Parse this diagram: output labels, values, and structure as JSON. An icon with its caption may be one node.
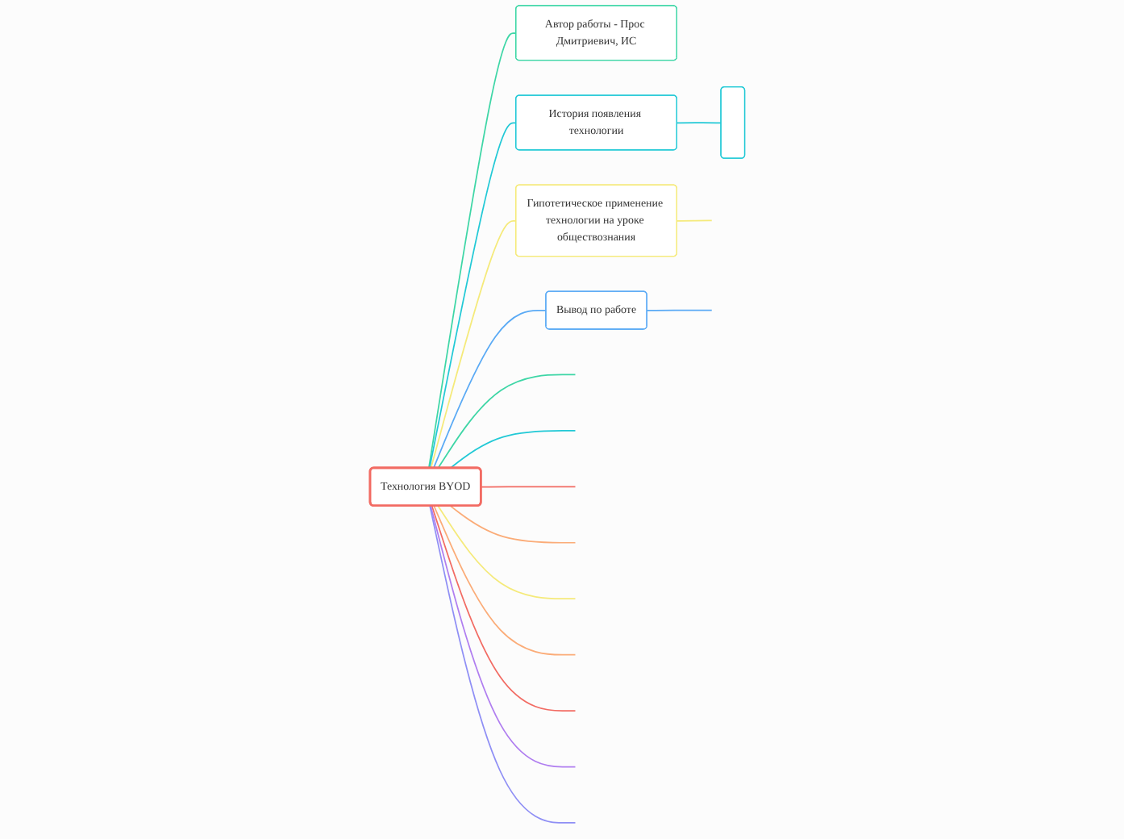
{
  "diagram": {
    "nodes": [
      {
        "text": [
          "Технология BYOD"
        ]
      },
      {
        "text": [
          "Автор работы - Прос Дмитриевич, ИС"
        ]
      },
      {
        "text": [
          "История появления технологии"
        ]
      },
      {
        "text": [],
        "shape": "box"
      },
      {
        "text": [
          "Гипотетическое применение технологии на уроке обществознания"
        ]
      },
      {
        "text": [
          "Вывод по работе"
        ]
      }
    ],
    "edges": [
      {
        "from": 0,
        "to": null,
        "arrow": "none",
        "color": "#3ed6a6"
      },
      {
        "from": 0,
        "to": null,
        "arrow": "none",
        "color": "#22c9d6"
      },
      {
        "from": 0,
        "to": null,
        "arrow": "none",
        "color": "#f26b63"
      },
      {
        "from": 0,
        "to": null,
        "arrow": "none",
        "color": "#fbac78"
      },
      {
        "from": 0,
        "to": null,
        "arrow": "none",
        "color": "#f5ea7a"
      },
      {
        "from": 0,
        "to": 1,
        "arrow": "none",
        "color": "#3ed6a6"
      },
      {
        "from": 0,
        "to": 2,
        "arrow": "none",
        "color": "#22c9d6"
      },
      {
        "from": 2,
        "to": 3,
        "arrow": "none",
        "color": "#22c9d6"
      },
      {
        "from": 0,
        "to": 4,
        "arrow": "none",
        "color": "#f5ea7a"
      },
      {
        "from": 4,
        "to": null,
        "arrow": "none",
        "color": "#f5ea7a"
      },
      {
        "from": 0,
        "to": null,
        "arrow": "none",
        "color": "#fbac78"
      },
      {
        "from": 0,
        "to": null,
        "arrow": "none",
        "color": "#f26b63"
      },
      {
        "from": 0,
        "to": null,
        "arrow": "none",
        "color": "#b07ef0"
      },
      {
        "from": 0,
        "to": null,
        "arrow": "none",
        "color": "#8f8ff5"
      },
      {
        "from": 0,
        "to": 5,
        "arrow": "none",
        "color": "#5aaaf5"
      },
      {
        "from": 5,
        "to": null,
        "arrow": "none",
        "color": "#5aaaf5"
      }
    ]
  }
}
